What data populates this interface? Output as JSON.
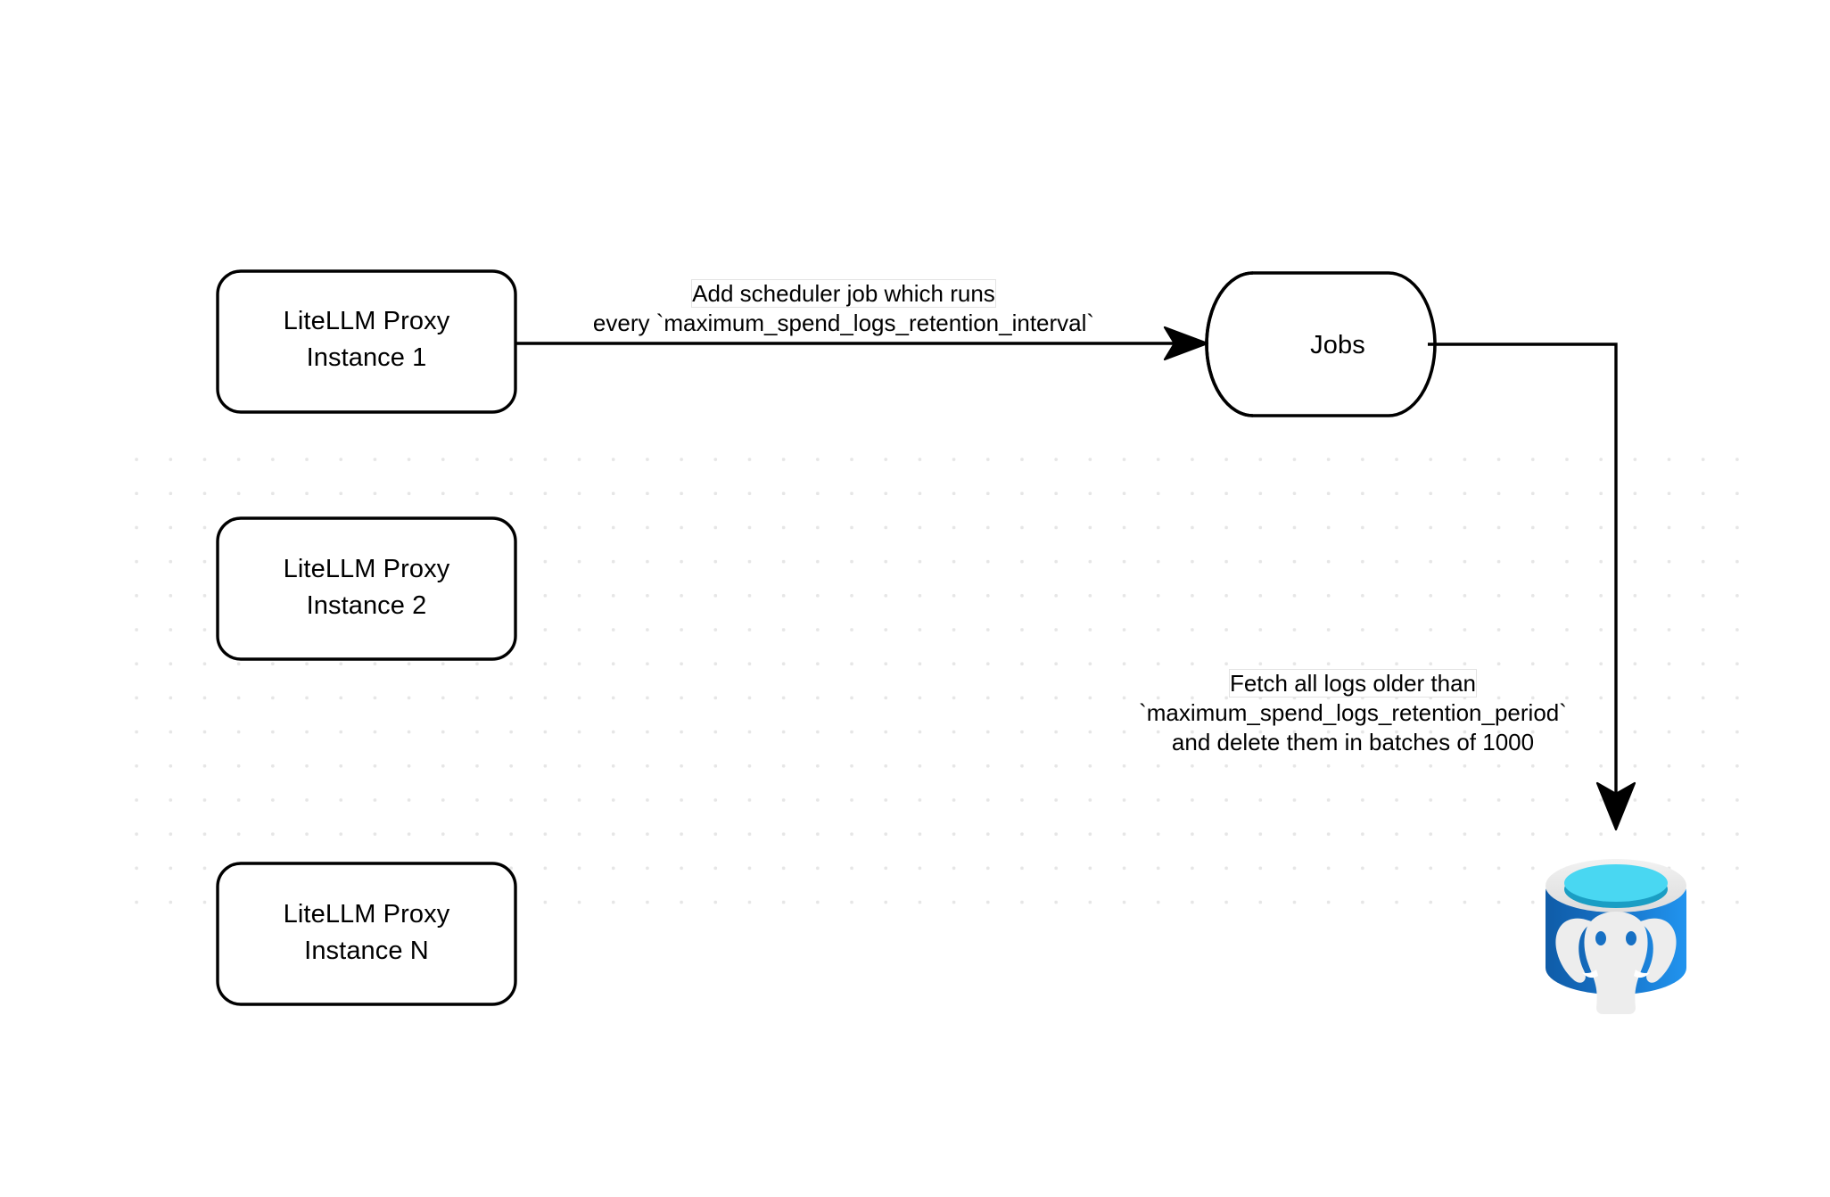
{
  "diagram": {
    "title": "LiteLLM spend logs retention scheduler flow",
    "background": "#ffffff",
    "grid_dot_color": "#e6e6e6",
    "stroke_color": "#000000"
  },
  "nodes": {
    "proxy_instances": [
      {
        "id": "proxy-1",
        "line1": "LiteLLM Proxy",
        "line2": "Instance 1",
        "shape": "rounded-rectangle"
      },
      {
        "id": "proxy-2",
        "line1": "LiteLLM Proxy",
        "line2": "Instance 2",
        "shape": "rounded-rectangle"
      },
      {
        "id": "proxy-3",
        "line1": "LiteLLM Proxy",
        "line2": "Instance N",
        "shape": "rounded-rectangle"
      }
    ],
    "jobs_store": {
      "id": "jobs",
      "label": "Jobs",
      "shape": "horizontal-cylinder"
    },
    "database": {
      "id": "postgres",
      "icon": "postgresql-database-icon",
      "shape": "database-cylinder",
      "colors": {
        "body_dark": "#1064b0",
        "body_light": "#1e8fe8",
        "rim": "#e8e8e8",
        "top_cyan": "#49d7f2",
        "inner_teal": "#1a9ec4",
        "elephant": "#eeeeee"
      }
    }
  },
  "edges": [
    {
      "id": "edge-scheduler",
      "from": "proxy-1",
      "to": "jobs",
      "arrowhead": "block",
      "label_lines": [
        "Add scheduler job which runs",
        "every `maximum_spend_logs_retention_interval`"
      ],
      "label_highlight": "Add scheduler"
    },
    {
      "id": "edge-fetch",
      "from": "jobs",
      "to": "postgres",
      "arrowhead": "block",
      "routing": "orthogonal",
      "label_lines": [
        "Fetch all logs older than",
        "`maximum_spend_logs_retention_period`",
        "and delete them in batches of 1000"
      ],
      "label_highlight": "Fetch all logs older than"
    }
  ]
}
